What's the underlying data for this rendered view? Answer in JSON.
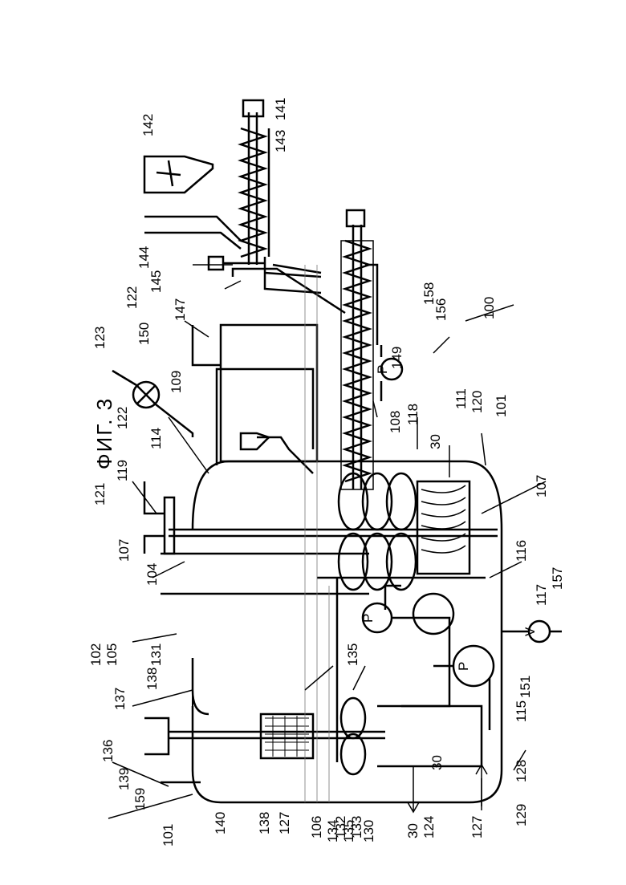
{
  "figure": {
    "title": "ФИГ. 3"
  },
  "labels": {
    "l100": "100",
    "l101a": "101",
    "l101b": "101",
    "l102": "102",
    "l104": "104",
    "l105": "105",
    "l106": "106",
    "l107a": "107",
    "l107b": "107",
    "l108": "108",
    "l109": "109",
    "l111": "111",
    "l114": "114",
    "l115": "115",
    "l116": "116",
    "l117": "117",
    "l118": "118",
    "l119": "119",
    "l120": "120",
    "l121": "121",
    "l122a": "122",
    "l122b": "122",
    "l123": "123",
    "l124": "124",
    "l127a": "127",
    "l127b": "127",
    "l128": "128",
    "l129": "129",
    "l130": "130",
    "l131": "131",
    "l132": "132",
    "l133": "133",
    "l134": "134",
    "l135a": "135",
    "l135b": "135",
    "l136": "136",
    "l137": "137",
    "l138a": "138",
    "l138b": "138",
    "l139": "139",
    "l140": "140",
    "l141": "141",
    "l142": "142",
    "l143": "143",
    "l144": "144",
    "l145": "145",
    "l147": "147",
    "l149": "149",
    "l150": "150",
    "l151": "151",
    "l156": "156",
    "l157": "157",
    "l158": "158",
    "l159": "159",
    "l30a": "30",
    "l30b": "30",
    "l30c": "30"
  },
  "symbols": {
    "pump": "P",
    "valve": "V"
  }
}
